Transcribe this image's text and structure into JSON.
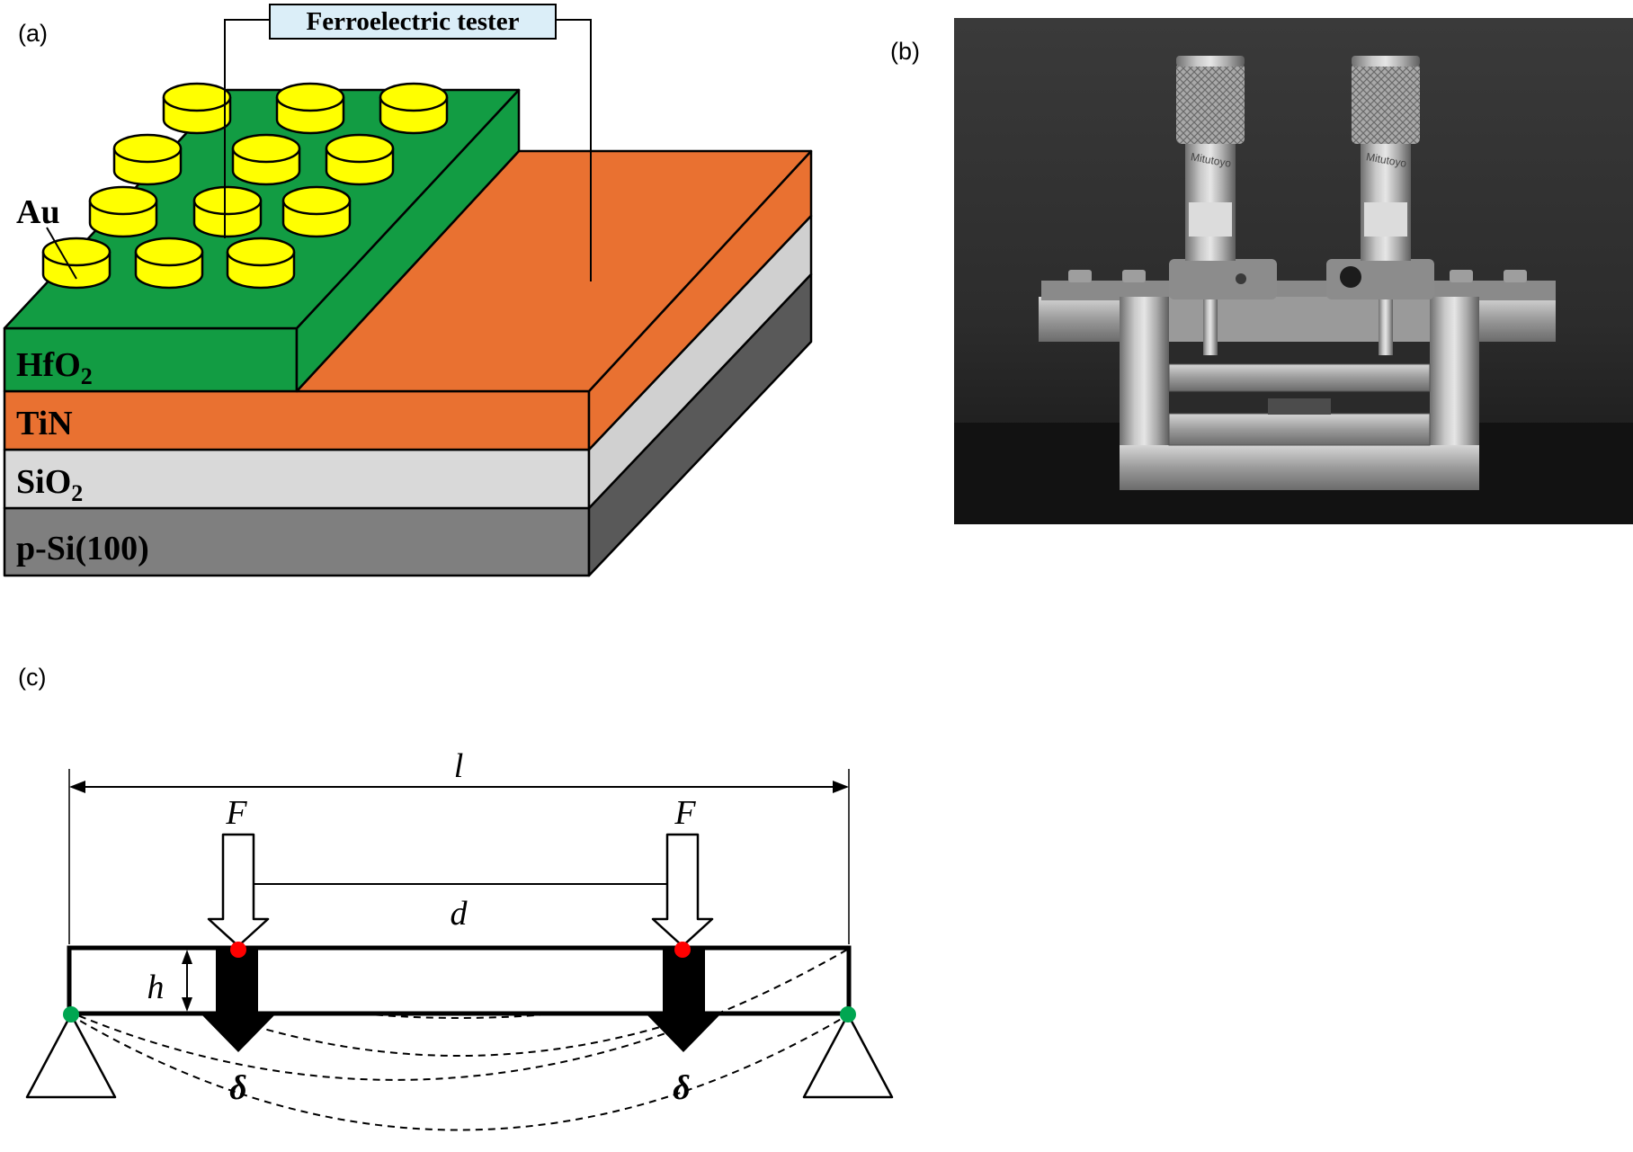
{
  "panels": {
    "a": {
      "label": "(a)",
      "tester": "Ferroelectric tester",
      "electrode_label": "Au",
      "layers": [
        {
          "name": "HfO",
          "sub": "2",
          "color": "#129c43"
        },
        {
          "name": "TiN",
          "sub": "",
          "color": "#e97131"
        },
        {
          "name": "SiO",
          "sub": "2",
          "color": "#d9d9d9"
        },
        {
          "name": "p-Si(100)",
          "sub": "",
          "color": "#7f7f7f"
        }
      ],
      "electrode_color": "#ffff00",
      "tester_box_color": "#dbeef8"
    },
    "b": {
      "label": "(b)",
      "micrometer_brand": "Mitutoyo"
    },
    "c": {
      "label": "(c)",
      "span_symbol": "l",
      "force_symbol_left": "F",
      "force_symbol_right": "F",
      "load_spacing_symbol": "d",
      "thickness_symbol": "h",
      "deflection_left": "δ",
      "deflection_right": "δ",
      "load_point_color": "#ff0000",
      "support_point_color": "#00a651"
    }
  }
}
